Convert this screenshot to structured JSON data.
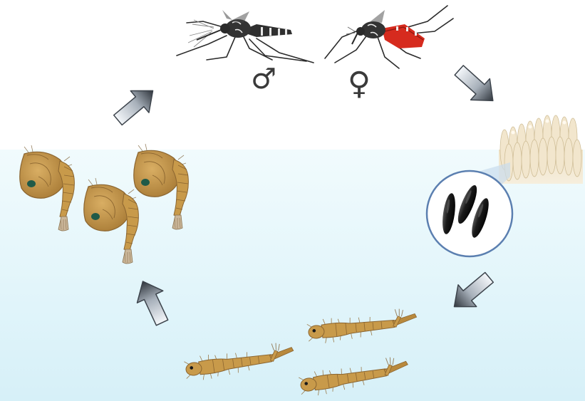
{
  "diagram": {
    "stages": [
      "adult-mosquitoes",
      "eggs",
      "larvae",
      "pupae"
    ],
    "adults": {
      "male_symbol": "♂",
      "female_symbol": "♀",
      "male_color": "#3b3b3b",
      "female_abdomen_color": "#d62b1e"
    },
    "eggs": {
      "count": 3,
      "color": "#1c1c1c"
    },
    "larvae": {
      "count": 3,
      "color": "#c89a4a"
    },
    "pupae": {
      "count": 3,
      "color": "#c89a4a"
    },
    "water_color": "#e2f6fb",
    "arrow_color": "#5a6470",
    "cycle_direction": "clockwise"
  }
}
